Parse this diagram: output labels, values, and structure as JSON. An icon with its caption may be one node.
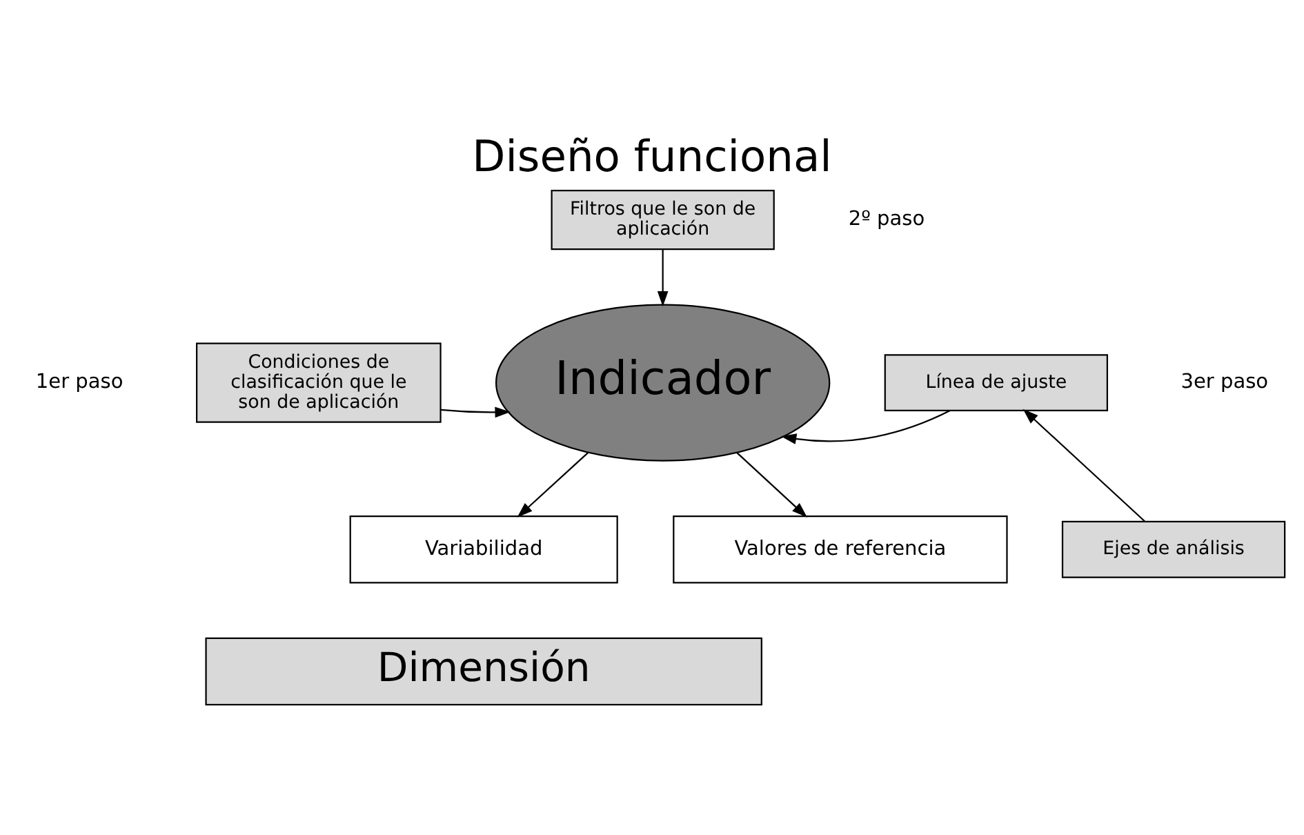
{
  "diagram": {
    "title": "Diseño funcional",
    "nodes": [
      {
        "text": [
          "Filtros que le son de aplicación"
        ]
      },
      {
        "text": [
          "Condiciones de clasificación que le son de aplicación"
        ]
      },
      {
        "text": [
          "Indicador"
        ]
      },
      {
        "text": [
          "Línea de ajuste"
        ]
      },
      {
        "text": [
          "Ejes de análisis"
        ]
      },
      {
        "text": [
          "Variabilidad"
        ]
      },
      {
        "text": [
          "Valores de referencia"
        ]
      },
      {
        "text": [
          "Dimensión"
        ]
      }
    ],
    "edges": [
      {
        "from": 0,
        "to": 2,
        "arrow": "to"
      },
      {
        "from": 1,
        "to": 2,
        "arrow": "to"
      },
      {
        "from": 3,
        "to": 2,
        "arrow": "to"
      },
      {
        "from": 4,
        "to": 3,
        "arrow": "to"
      },
      {
        "from": 2,
        "to": 5,
        "arrow": "to"
      },
      {
        "from": 2,
        "to": 6,
        "arrow": "to"
      }
    ],
    "labels": [
      "2º paso",
      "1er paso",
      "3er paso"
    ]
  }
}
